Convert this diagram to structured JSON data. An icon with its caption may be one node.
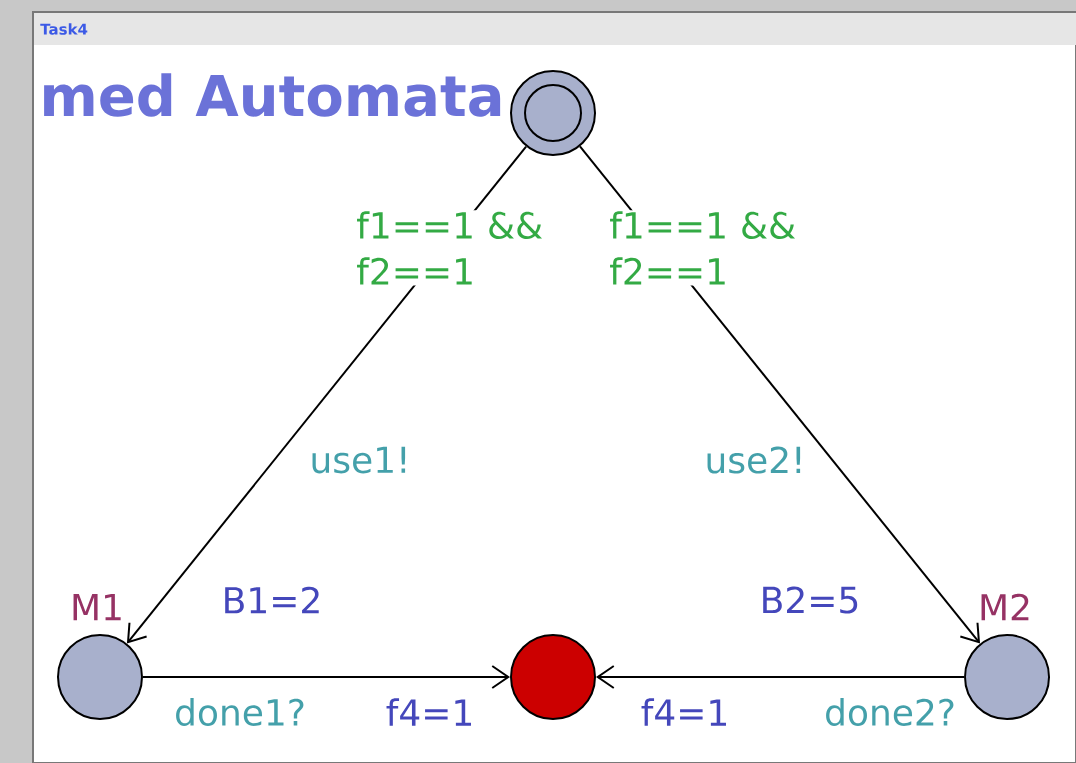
{
  "diagram": {
    "title": "Task4",
    "nodes": [
      {
        "text": [],
        "shape": "circle"
      },
      {
        "text": [
          "M1"
        ]
      },
      {
        "text": [],
        "shape": "circle"
      },
      {
        "text": [
          "M2"
        ]
      }
    ],
    "edges": [
      {
        "from": 0,
        "to": 1,
        "arrow": "to",
        "label": "use1!"
      },
      {
        "from": 0,
        "to": 3,
        "arrow": "to",
        "label": "use2!"
      },
      {
        "from": 1,
        "to": 2,
        "arrow": "to",
        "label": "done1?"
      },
      {
        "from": 3,
        "to": 2,
        "arrow": "to",
        "label": "done2?"
      }
    ],
    "labels": [
      "med Automata",
      "f1==1 && f2==1",
      "f1==1 && f2==1",
      "B1=2",
      "B2=5",
      "f4=1",
      "f4=1"
    ]
  }
}
